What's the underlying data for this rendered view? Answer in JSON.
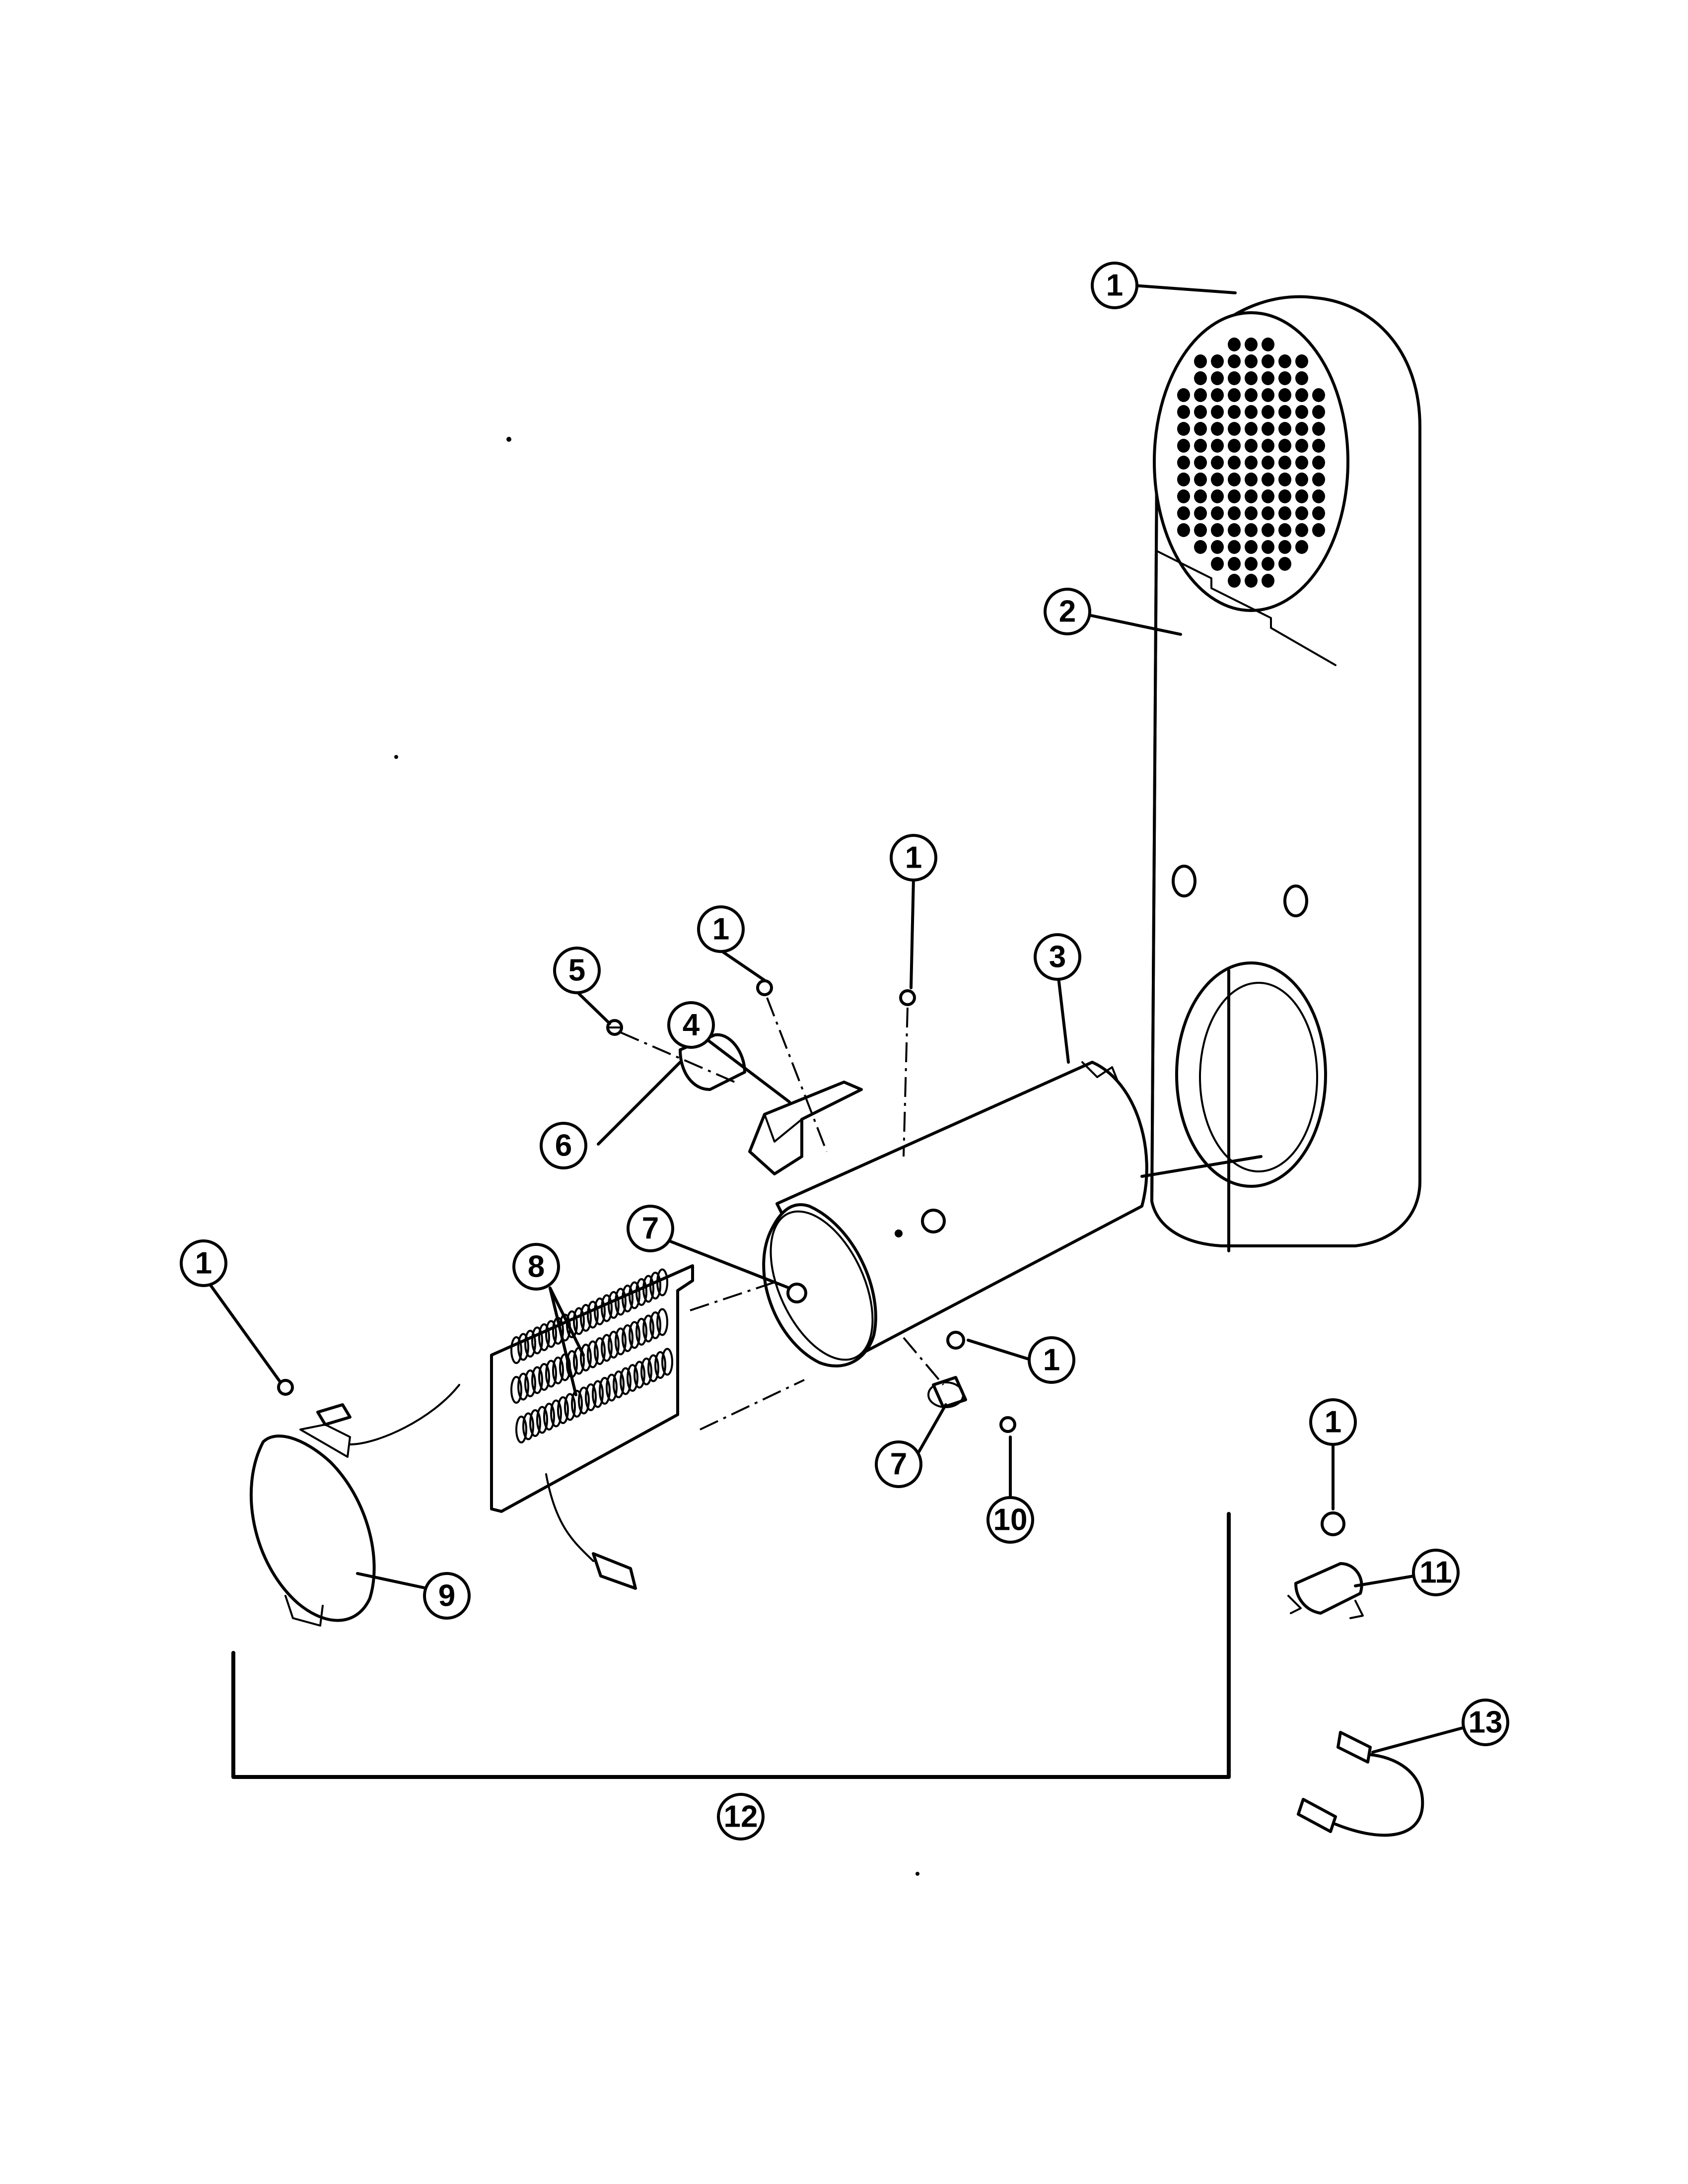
{
  "callouts": {
    "c1_top": "1",
    "c2": "2",
    "c1_mid_right": "1",
    "c1_mid_left": "1",
    "c3": "3",
    "c5": "5",
    "c4": "4",
    "c6": "6",
    "c7_upper": "7",
    "c8": "8",
    "c1_left": "1",
    "c1_lower_right": "1",
    "c7_lower": "7",
    "c10": "10",
    "c9": "9",
    "c1_far_right": "1",
    "c11": "11",
    "c12": "12",
    "c13": "13"
  }
}
